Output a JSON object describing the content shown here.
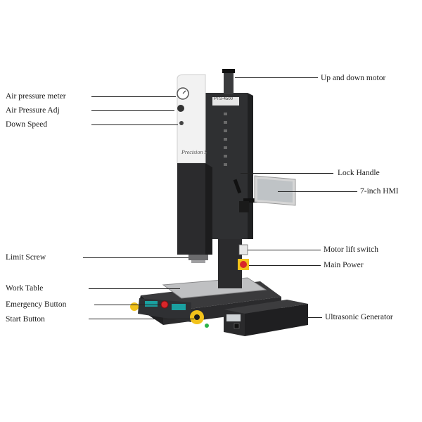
{
  "labels": {
    "left": [
      {
        "id": "air-pressure-meter",
        "text": "Air pressure meter"
      },
      {
        "id": "air-pressure-adj",
        "text": "Air Pressure Adj"
      },
      {
        "id": "down-speed",
        "text": "Down Speed"
      },
      {
        "id": "limit-screw",
        "text": "Limit Screw"
      },
      {
        "id": "work-table",
        "text": "Work Table"
      },
      {
        "id": "emergency-button",
        "text": "Emergency Button"
      },
      {
        "id": "start-button",
        "text": "Start Button"
      }
    ],
    "right": [
      {
        "id": "up-and-down-motor",
        "text": "Up and down motor"
      },
      {
        "id": "lock-handle",
        "text": "Lock Handle"
      },
      {
        "id": "hmi-7-inch",
        "text": "7-inch HMI"
      },
      {
        "id": "motor-lift-switch",
        "text": "Motor lift switch"
      },
      {
        "id": "main-power",
        "text": "Main Power"
      },
      {
        "id": "ultrasonic-generator",
        "text": "Ultrasonic Generator"
      }
    ]
  },
  "machine": {
    "brand_text": "Precision S",
    "model_text": "PTS-4500"
  },
  "colors": {
    "frame_dark": "#2b2b2d",
    "panel_white": "#f2f2f2",
    "accent_teal": "#1aa0a0",
    "emergency_red": "#d8262a",
    "warning_yellow": "#f2c21a",
    "screen_gray": "#bfc3c6"
  }
}
